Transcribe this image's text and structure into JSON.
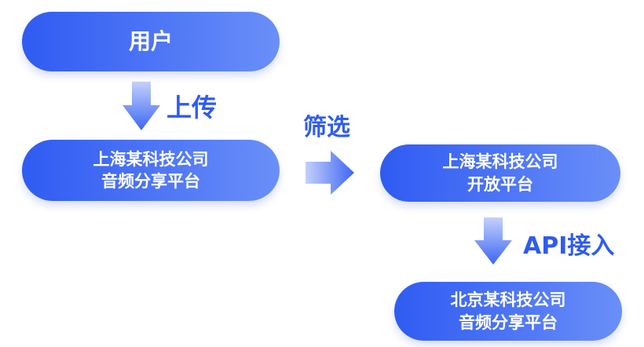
{
  "nodes": {
    "user": {
      "label": "用户"
    },
    "shanghai_audio": {
      "line1": "上海某科技公司",
      "line2": "音频分享平台"
    },
    "shanghai_open": {
      "line1": "上海某科技公司",
      "line2": "开放平台"
    },
    "beijing_audio": {
      "line1": "北京某科技公司",
      "line2": "音频分享平台"
    }
  },
  "edges": {
    "upload": "上传",
    "filter": "筛选",
    "api_access": "API接入"
  },
  "colors": {
    "node_gradient_start": "#2f5bf2",
    "node_gradient_end": "#6a8ff8",
    "label_color": "#2f5bf2",
    "arrow_start": "#3d66f4",
    "arrow_end": "#b9c9fb"
  }
}
